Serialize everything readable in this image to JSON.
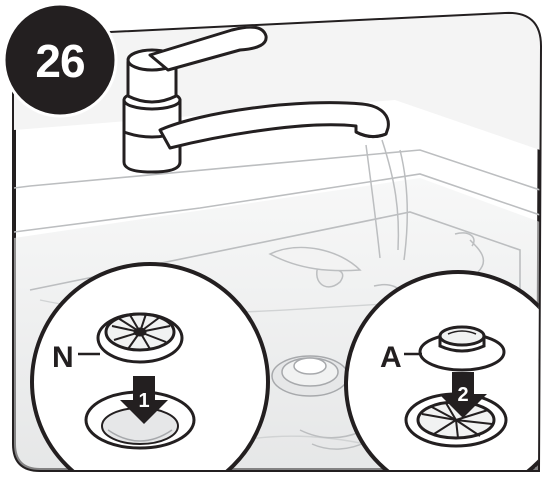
{
  "step": {
    "number": "26"
  },
  "callouts": {
    "left": {
      "letter": "N",
      "arrow_number": "1"
    },
    "right": {
      "letter": "A",
      "arrow_number": "2"
    }
  },
  "icons": [
    "faucet-icon",
    "sink-basin",
    "drain-strainer-icon",
    "drain-plug-icon",
    "down-arrow-icon"
  ],
  "colors": {
    "outline": "#231f20",
    "badge": "#231f20",
    "sink_fill": "#ffffff",
    "shade": "#e6e7e8",
    "water": "#d1d3d4"
  }
}
